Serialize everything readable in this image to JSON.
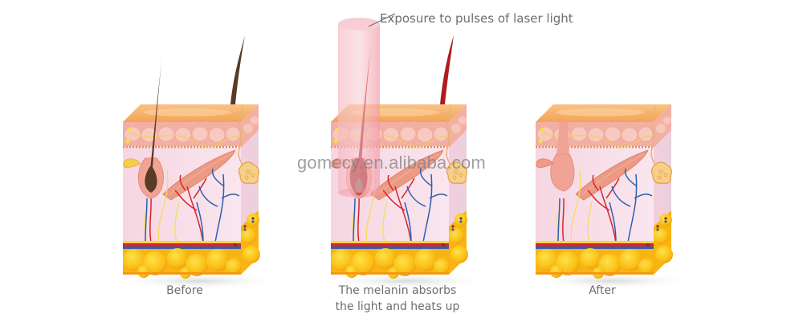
{
  "diagram": {
    "title_callout": "Exposure to pulses of laser light",
    "watermark": "gomecy.en.alibaba.com",
    "panels": [
      {
        "id": "before",
        "caption": "Before",
        "hair_state": "dark-brown hair with melanin in follicle"
      },
      {
        "id": "during",
        "caption_line1": "The melanin absorbs",
        "caption_line2": "the light and heats up",
        "hair_state": "red heated hair under laser beam"
      },
      {
        "id": "after",
        "caption": "After",
        "hair_state": "hair removed, empty follicle"
      }
    ],
    "colors": {
      "skin_top": "#f7b46a",
      "epidermis": "#f2b2a6",
      "dermis": "#f8dfe8",
      "fat": "#f9c31a",
      "fat_shadow": "#f39a12",
      "hair_dark": "#5a3b26",
      "hair_heated": "#b01c1c",
      "laser_beam": "#f4a3ac",
      "artery": "#d8242a",
      "vein": "#2f5fae",
      "nerve": "#f4d23a",
      "text": "#6b6e75"
    }
  }
}
